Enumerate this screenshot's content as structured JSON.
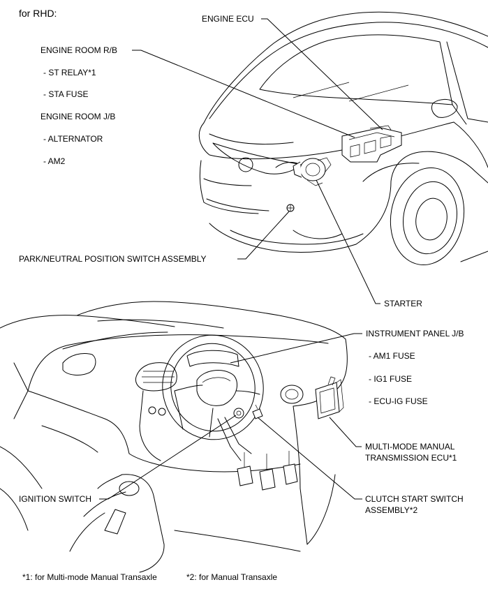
{
  "header": "for RHD:",
  "labels": {
    "engine_ecu": "ENGINE ECU",
    "engine_room_rb": "ENGINE ROOM R/B",
    "st_relay": "- ST RELAY*1",
    "sta_fuse": "- STA FUSE",
    "engine_room_jb": "ENGINE ROOM J/B",
    "alternator": "- ALTERNATOR",
    "am2": "- AM2",
    "park_neutral": "PARK/NEUTRAL POSITION SWITCH ASSEMBLY",
    "starter": "STARTER",
    "instrument_panel_jb": "INSTRUMENT PANEL J/B",
    "am1_fuse": "- AM1 FUSE",
    "ig1_fuse": "- IG1 FUSE",
    "ecu_ig_fuse": "- ECU-IG FUSE",
    "mmt_ecu_line1": "MULTI-MODE MANUAL",
    "mmt_ecu_line2": "TRANSMISSION ECU*1",
    "ignition_switch": "IGNITION SWITCH",
    "clutch_line1": "CLUTCH START SWITCH",
    "clutch_line2": "ASSEMBLY*2"
  },
  "footnotes": {
    "note1": "*1: for Multi-mode Manual Transaxle",
    "note2": "*2: for Manual Transaxle"
  }
}
